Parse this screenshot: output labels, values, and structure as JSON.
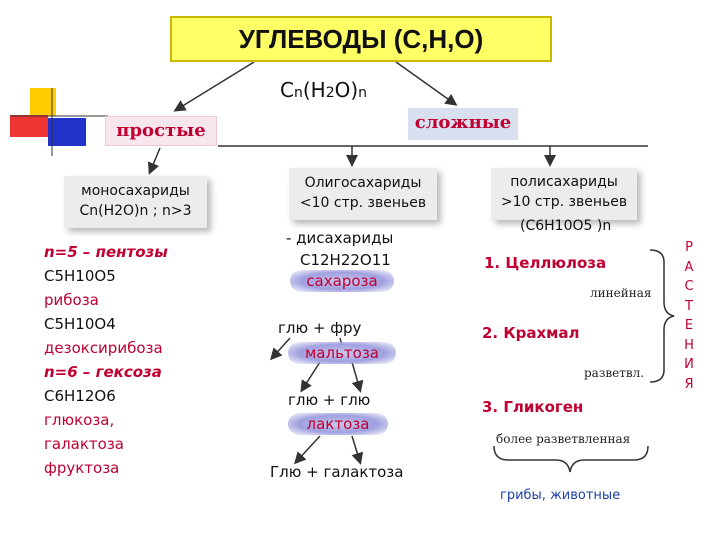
{
  "title": "УГЛЕВОДЫ (С,Н,О)",
  "formula": "Cn(H2O)n",
  "simple": {
    "label": "простые",
    "box_line1": "моносахариды",
    "box_line2": "Cn(H2O)n ; n>3",
    "items": [
      "n=5 – пентозы",
      "C5H10O5",
      "рибоза",
      "C5H10O4",
      "дезоксирибоза",
      "n=6 – гексоза",
      "C6H12O6",
      "глюкоза,",
      "галактоза",
      "фруктоза"
    ]
  },
  "complex": {
    "label": "сложные"
  },
  "oligo": {
    "box_line1": "Олигосахариды",
    "box_line2": "<10 стр. звеньев",
    "disacch": "- дисахариды",
    "disacch_formula": "C12H22O11",
    "sucrose": "сахароза",
    "glu_fru": "глю    +  фру",
    "maltose": "мальтоза",
    "glu_glu": "глю    + глю",
    "lactose": "лактоза",
    "glu_gal": "Глю  +  галактоза"
  },
  "poly": {
    "box_line1": "полисахариды",
    "box_line2": ">10 стр. звеньев",
    "formula": "(C6H10O5 )n",
    "item1": "1. Целлюлоза",
    "item1_note": "линейная",
    "item2": "2. Крахмал",
    "item2_note": "разветвл.",
    "item3": "3. Гликоген",
    "item3_note": "более разветвленная",
    "footer": "грибы, животные"
  },
  "plants_letters": [
    "Р",
    "А",
    "С",
    "Т",
    "Е",
    "Н",
    "И",
    "Я"
  ],
  "colors": {
    "title_bg": "#ffff66",
    "accent_red": "#c00030",
    "blue_text": "#1f3fa8"
  }
}
